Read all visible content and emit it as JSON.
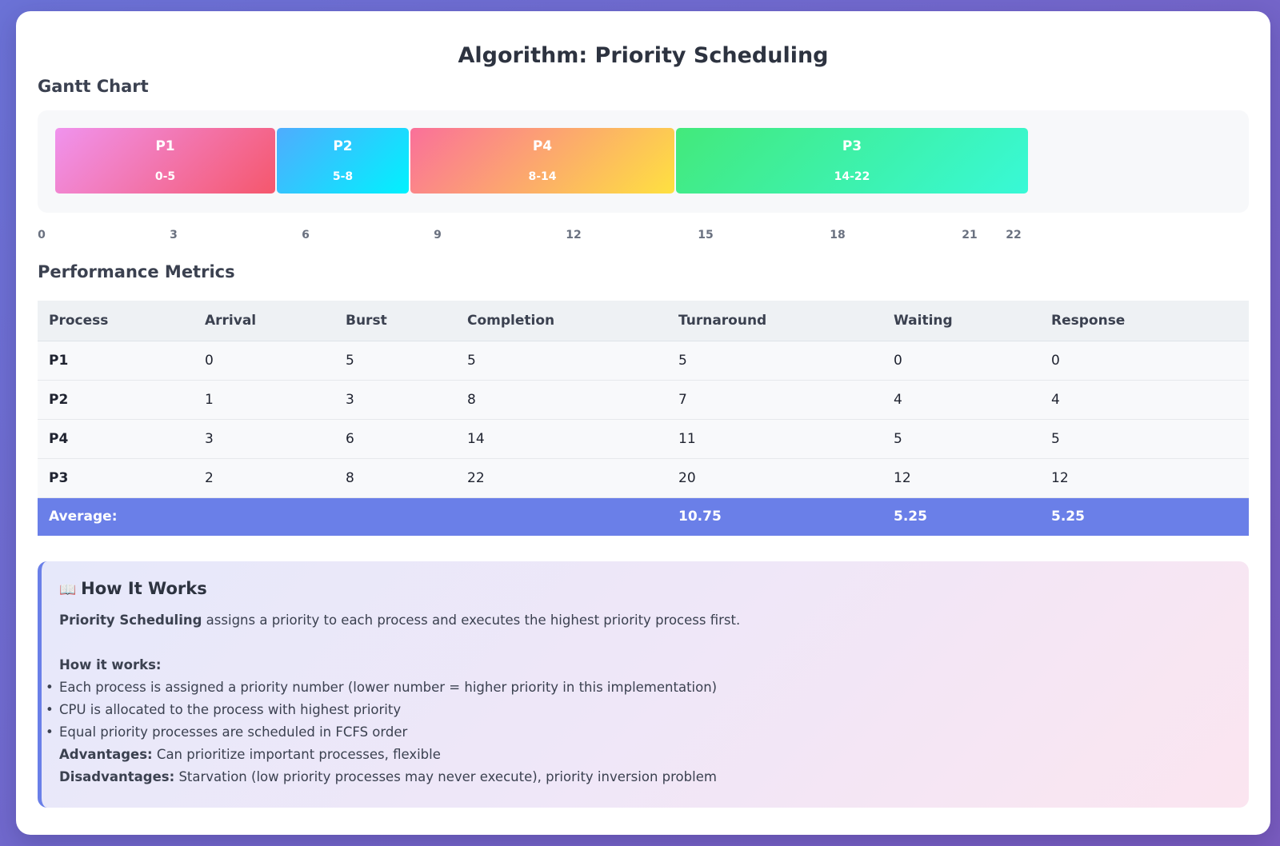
{
  "title": "Algorithm: Priority Scheduling",
  "gantt": {
    "section_title": "Gantt Chart",
    "bars": [
      {
        "name": "P1",
        "range": "0-5"
      },
      {
        "name": "P2",
        "range": "5-8"
      },
      {
        "name": "P4",
        "range": "8-14"
      },
      {
        "name": "P3",
        "range": "14-22"
      }
    ],
    "ticks": [
      "0",
      "3",
      "6",
      "9",
      "12",
      "15",
      "18",
      "21",
      "22"
    ]
  },
  "chart_data": {
    "type": "bar",
    "categories": [
      "P1",
      "P2",
      "P4",
      "P3"
    ],
    "series": [
      {
        "start": [
          0,
          5,
          8,
          14
        ],
        "end": [
          5,
          8,
          14,
          22
        ]
      }
    ],
    "xlim": [
      0,
      22
    ]
  },
  "metrics": {
    "section_title": "Performance Metrics",
    "headers": [
      "Process",
      "Arrival",
      "Burst",
      "Completion",
      "Turnaround",
      "Waiting",
      "Response"
    ],
    "rows": [
      [
        "P1",
        "0",
        "5",
        "5",
        "5",
        "0",
        "0"
      ],
      [
        "P2",
        "1",
        "3",
        "8",
        "7",
        "4",
        "4"
      ],
      [
        "P4",
        "3",
        "6",
        "14",
        "11",
        "5",
        "5"
      ],
      [
        "P3",
        "2",
        "8",
        "22",
        "20",
        "12",
        "12"
      ]
    ],
    "average": {
      "label": "Average:",
      "turnaround": "10.75",
      "waiting": "5.25",
      "response": "5.25"
    }
  },
  "how": {
    "icon": "book-icon",
    "icon_glyph": "📖",
    "title": "How It Works",
    "intro_bold": "Priority Scheduling",
    "intro_rest": " assigns a priority to each process and executes the highest priority process first.",
    "subheading": "How it works:",
    "bullets": [
      "Each process is assigned a priority number (lower number = higher priority in this implementation)",
      "CPU is allocated to the process with highest priority",
      "Equal priority processes are scheduled in FCFS order"
    ],
    "advantages_label": "Advantages:",
    "advantages_text": " Can prioritize important processes, flexible",
    "disadvantages_label": "Disadvantages:",
    "disadvantages_text": " Starvation (low priority processes may never execute), priority inversion problem"
  }
}
